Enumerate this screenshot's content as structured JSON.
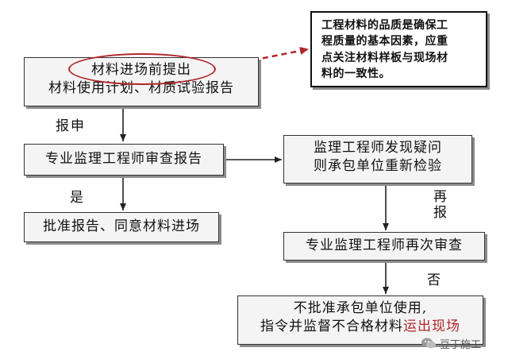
{
  "diagram": {
    "box1": {
      "line1": "材料进场前提出",
      "line2": "材料使用计划、材质试验报告"
    },
    "note": {
      "lines": [
        "工程材料的品质是确保工",
        "程质量的基本因素，应重",
        "点关注材料样板与现场材",
        "料的一致性。"
      ]
    },
    "label_report": "报申",
    "box2": {
      "text": "专业监理工程师审查报告"
    },
    "label_yes": "是",
    "box3": {
      "text": "批准报告、同意材料进场"
    },
    "box4": {
      "line1": "监理工程师发现疑问",
      "line2": "则承包单位重新检验"
    },
    "label_resubmit": [
      "再",
      "报"
    ],
    "box5": {
      "text": "专业监理工程师再次审查"
    },
    "label_no": "否",
    "box6": {
      "line1": "不批准承包单位使用,",
      "line2_prefix": "指令并监督不合格材料",
      "line2_highlight": "运出现场"
    },
    "watermark": "豆丁施工",
    "colors": {
      "highlight": "#b0262a",
      "box_fill": "#f4f4f4",
      "border": "#333333",
      "shadow": "#8c8c8c"
    }
  }
}
